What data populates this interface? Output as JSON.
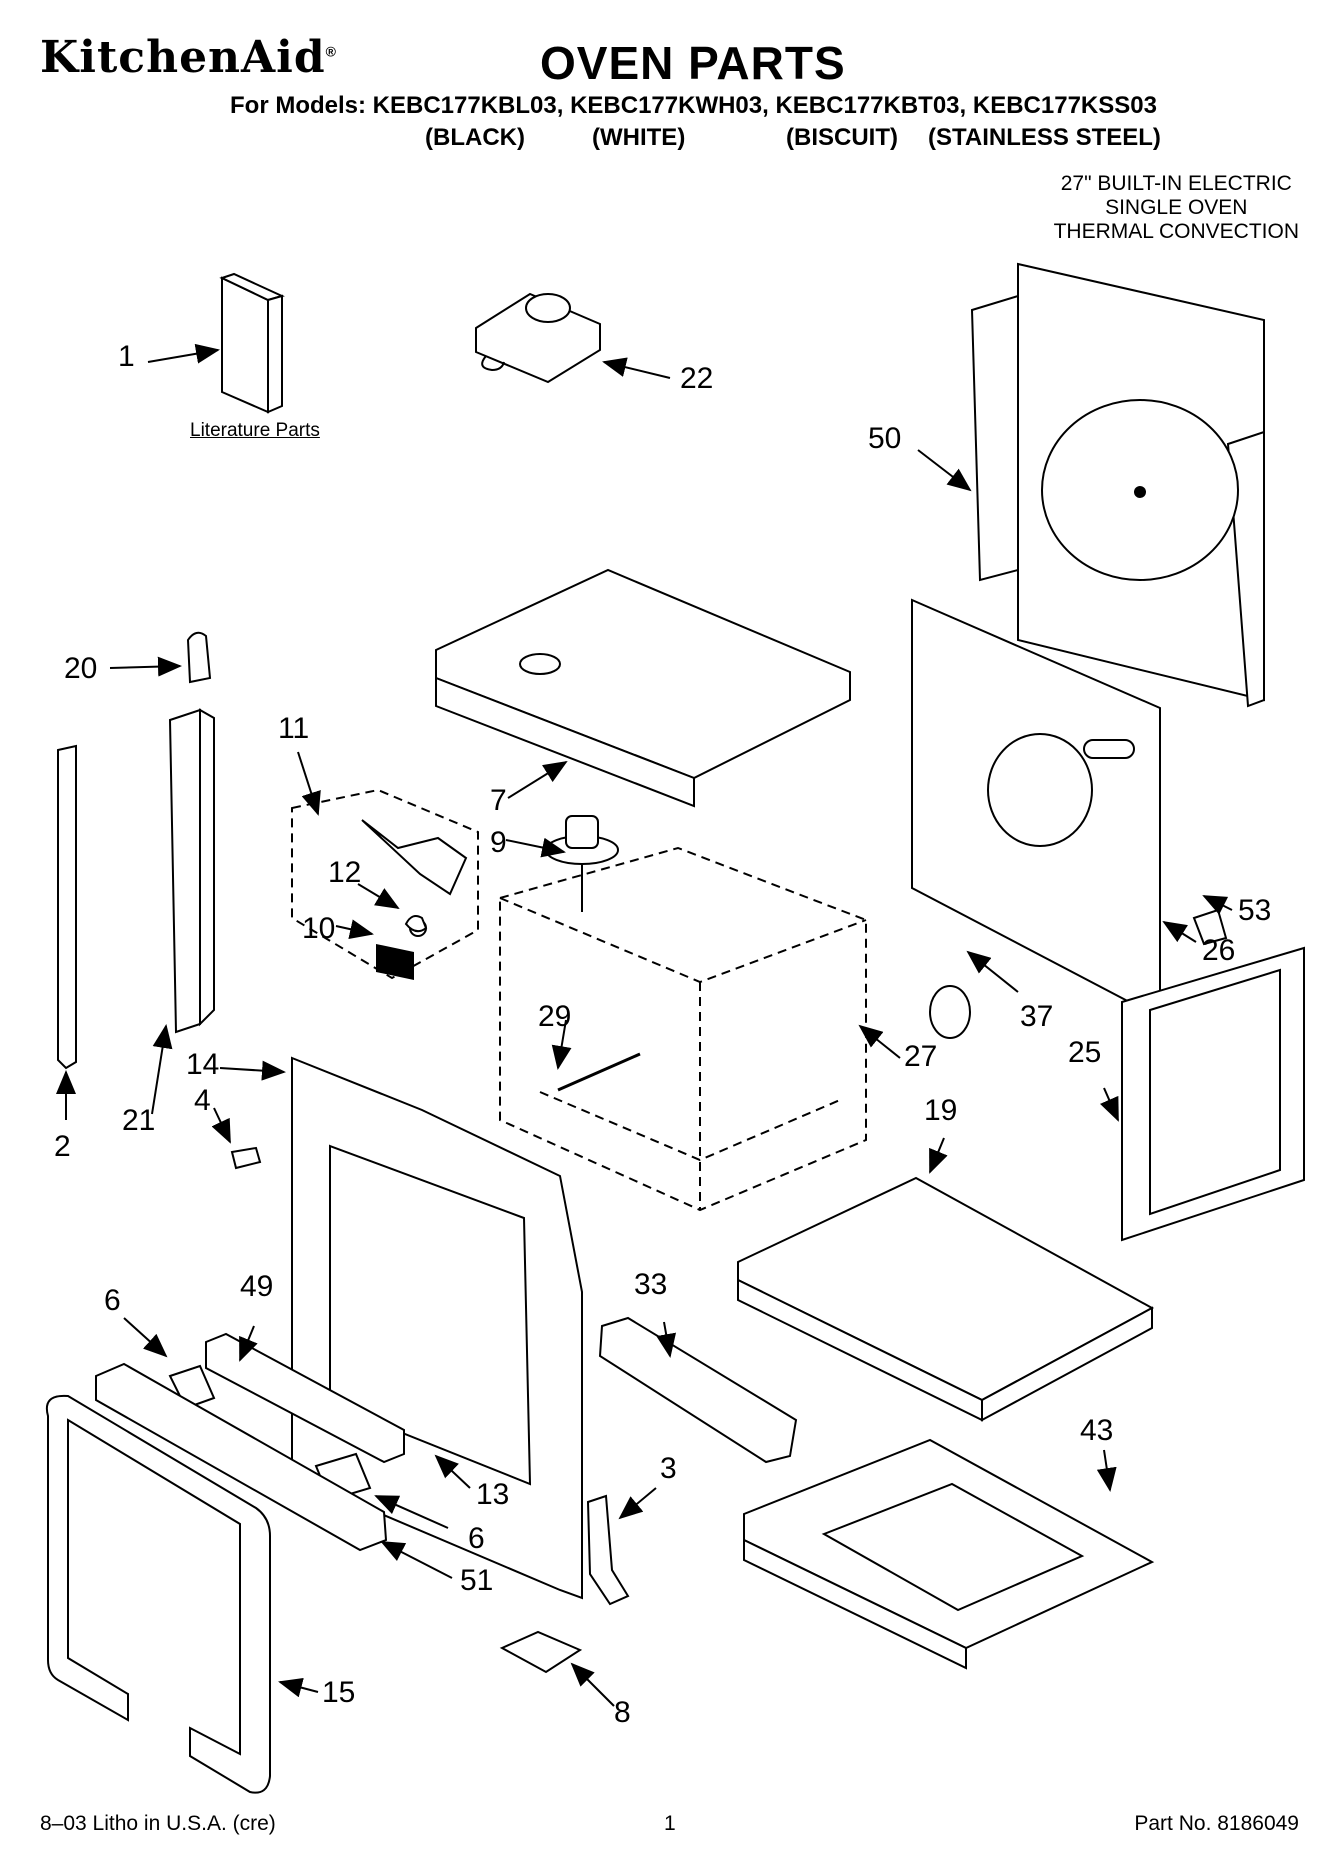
{
  "header": {
    "brand": "KitchenAid",
    "brand_mark": "®",
    "title": "OVEN PARTS",
    "models_line": "For Models: KEBC177KBL03, KEBC177KWH03, KEBC177KBT03, KEBC177KSS03",
    "colors": [
      "(BLACK)",
      "(WHITE)",
      "(BISCUIT)",
      "(STAINLESS STEEL)"
    ],
    "description": [
      "27\" BUILT-IN ELECTRIC",
      "SINGLE OVEN",
      "THERMAL CONVECTION"
    ]
  },
  "literature_label": "Literature Parts",
  "callouts": {
    "c1": "1",
    "c22": "22",
    "c50": "50",
    "c20": "20",
    "c11": "11",
    "c7": "7",
    "c9": "9",
    "c12": "12",
    "c10": "10",
    "c53": "53",
    "c26": "26",
    "c37": "37",
    "c29": "29",
    "c27": "27",
    "c25": "25",
    "c14": "14",
    "c21": "21",
    "c4": "4",
    "c2": "2",
    "c19": "19",
    "c6a": "6",
    "c49": "49",
    "c33": "33",
    "c13": "13",
    "c3": "3",
    "c6b": "6",
    "c51": "51",
    "c43": "43",
    "c15": "15",
    "c8": "8"
  },
  "footer": {
    "left": "8–03 Litho in U.S.A. (cre)",
    "page": "1",
    "part_no": "Part No. 8186049"
  }
}
